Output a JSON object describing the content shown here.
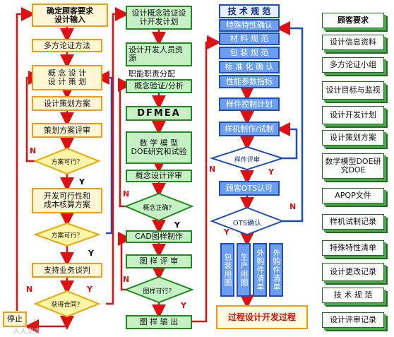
{
  "col1": {
    "start": "确定顾客要求\n设计输入",
    "multi_method": "多方论证方法",
    "concept_design": "概 念 设 计\n设 计 策 划",
    "plan": "设计策划方案",
    "plan_review": "策划方案评审",
    "q_feasible1": "方案可行？",
    "feasibility": "开发可行性和\n成本核算方案",
    "q_feasible2": "方案可行？",
    "bid": "支持业务谈判",
    "q_contract": "获得合同？",
    "stop": "停止"
  },
  "col2": {
    "concept_plan": "设计概念验证设\n计开发计划",
    "staff": "设计开发人员资\n源",
    "duty": "职能职责分配",
    "concept_verify": "概念验证/分析",
    "dfmea": "DFMEA",
    "math_model": "数 学 模 型\nDOE研究和试验",
    "concept_review": "概念设计评审",
    "q_concept": "概念正确？",
    "cad": "CAD图样制作",
    "drawing_review": "图 样 评 审",
    "q_drawing": "图样可行？",
    "drawing_out": "图 样 输 出"
  },
  "col3": {
    "head": "技 术 规 范",
    "items": [
      "特殊特性确认",
      "材 料 规 范",
      "包 装 规 范",
      "标 准 化 确 认",
      "性能参数指标"
    ],
    "sample_plan": "样件控制计划",
    "sample_make": "样机制作/试制",
    "q_sample": "样件评审",
    "customer_ots": "顾客OTS认可",
    "q_ots": "OTS确认",
    "outputs": [
      "包装用图",
      "生产用图",
      "外购件清单",
      "外购件清单"
    ],
    "final": "过程设计开发过程"
  },
  "col4": {
    "items": [
      "顾客要求",
      "设计信息资料",
      "多方论证小组",
      "设计目标与监视",
      "设计开发计划",
      "设计策划方案",
      "数学模型DOE研究DOE",
      "APQP文件",
      "样机试制记录",
      "特殊特性清单",
      "设计更改记录",
      "技 术 规 范",
      "设计评审记录"
    ]
  },
  "labels": {
    "n": "N",
    "y": "Y"
  },
  "watermark": "人人文库"
}
